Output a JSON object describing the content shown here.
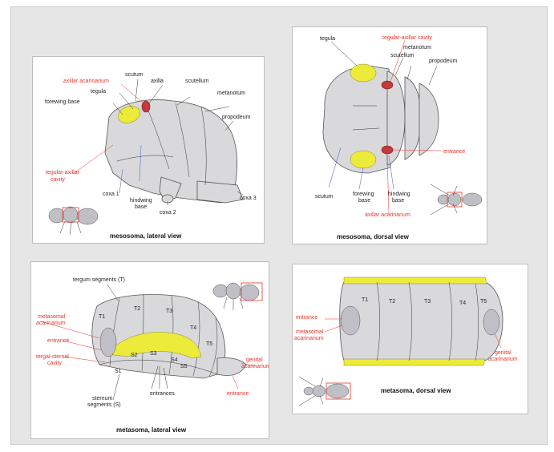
{
  "panels": {
    "p1": {
      "caption": "mesosoma, lateral view",
      "labels": {
        "scutum": "scutum",
        "axilla": "axilla",
        "scutellum": "scutellum",
        "axillar_acarinarium": "axillar acarinarium",
        "tegula": "tegula",
        "metanotum": "metanotum",
        "forewing_base": "forewing base",
        "propodeum": "propodeum",
        "tegular_axillar_cavity_1": "tegular-axillar",
        "tegular_axillar_cavity_2": "cavity",
        "coxa1": "coxa 1",
        "hindwing_base_1": "hindwing",
        "hindwing_base_2": "base",
        "coxa2": "coxa 2",
        "coxa3": "coxa 3"
      }
    },
    "p2": {
      "caption": "mesosoma, dorsal view",
      "labels": {
        "tegula": "tegula",
        "tegular_axillar_cavity": "tegular-axillar cavity",
        "scutellum": "scutellum",
        "metanotum": "metanotum",
        "propodeum": "propodeum",
        "entrance": "entrance",
        "scutum": "scutum",
        "forewing_base_1": "forewing",
        "forewing_base_2": "base",
        "hindwing_base_1": "hindwing",
        "hindwing_base_2": "base",
        "axillar_acarinarium": "axillar acarinarium"
      }
    },
    "p3": {
      "caption": "metasoma, lateral view",
      "labels": {
        "tergum_segments": "tergum segments (T)",
        "metasomal_acarinarium_1": "metasomal",
        "metasomal_acarinarium_2": "acarinarium",
        "entrance_left": "entrance",
        "tergal_sternal_cavity_1": "tergal-sternal",
        "tergal_sternal_cavity_2": "cavity",
        "sternum_segments_1": "sternum",
        "sternum_segments_2": "segments (S)",
        "entrances": "entrances",
        "genital_acarinarium_1": "genital",
        "genital_acarinarium_2": "acarinarium",
        "entrance_right": "entrance",
        "T1": "T1",
        "T2": "T2",
        "T3": "T3",
        "T4": "T4",
        "T5": "T5",
        "S1": "S1",
        "S2": "S2",
        "S3": "S3",
        "S4": "S4",
        "S5": "S5"
      }
    },
    "p4": {
      "caption": "metasoma, dorsal view",
      "labels": {
        "entrance": "entrance",
        "metasomal_acarinarium_1": "metasomal",
        "metasomal_acarinarium_2": "acarinarium",
        "genital_acarinarium_1": "genital",
        "genital_acarinarium_2": "acarinarium",
        "T1": "T1",
        "T2": "T2",
        "T3": "T3",
        "T4": "T4",
        "T5": "T5"
      }
    }
  },
  "colors": {
    "background": "#e6e6e6",
    "panel": "#ffffff",
    "highlight_yellow": "#eceb3a",
    "label_red": "#e8342a",
    "pointer_blue": "#5b6fd6"
  }
}
